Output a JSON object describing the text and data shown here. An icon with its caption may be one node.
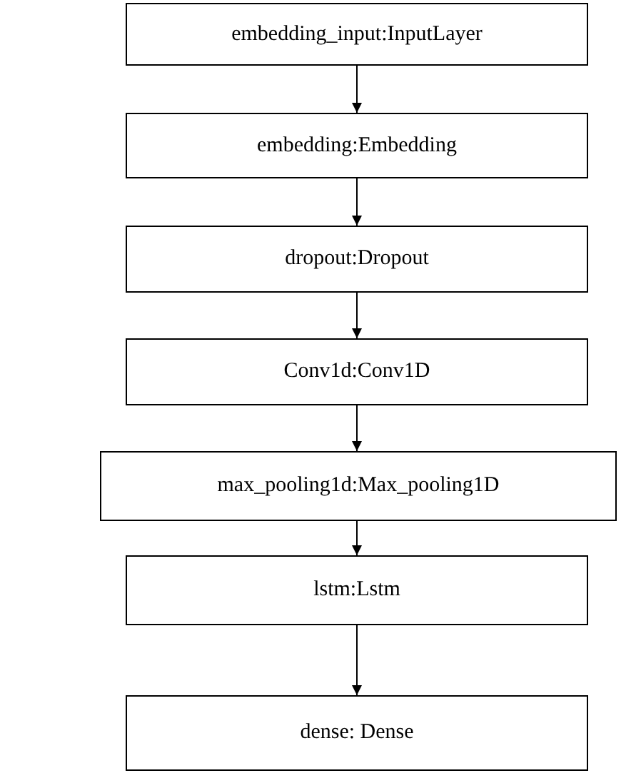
{
  "diagram": {
    "nodes": [
      {
        "text": [
          "embedding_input:InputLayer"
        ]
      },
      {
        "text": [
          "embedding:Embedding"
        ]
      },
      {
        "text": [
          "dropout:Dropout"
        ]
      },
      {
        "text": [
          "Conv1d:Conv1D"
        ]
      },
      {
        "text": [
          "max_pooling1d:Max_pooling1D"
        ]
      },
      {
        "text": [
          "lstm:Lstm"
        ]
      },
      {
        "text": [
          "dense: Dense"
        ]
      }
    ],
    "edges": [
      {
        "from": 0,
        "to": 1,
        "arrow": "to"
      },
      {
        "from": 1,
        "to": 2,
        "arrow": "to"
      },
      {
        "from": 2,
        "to": 3,
        "arrow": "to"
      },
      {
        "from": 3,
        "to": 4,
        "arrow": "to"
      },
      {
        "from": 4,
        "to": 5,
        "arrow": "to"
      },
      {
        "from": 5,
        "to": 6,
        "arrow": "to"
      }
    ]
  }
}
